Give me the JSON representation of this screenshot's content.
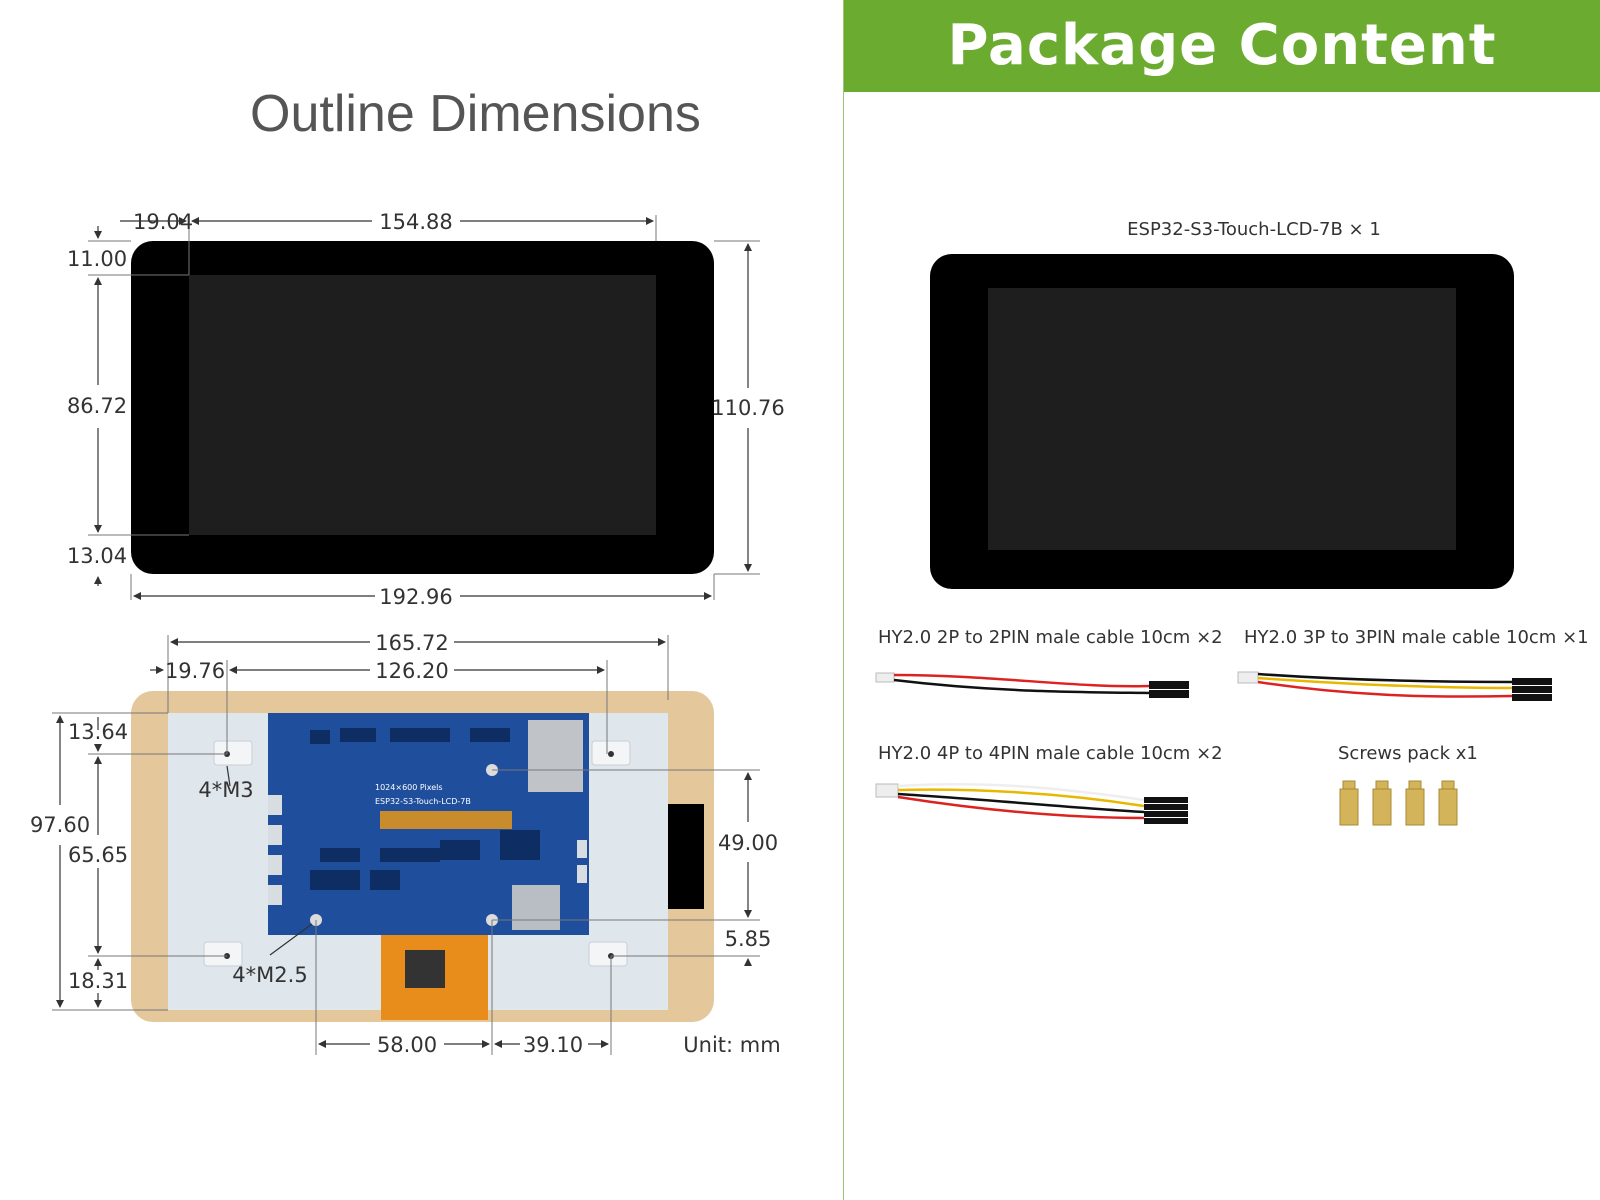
{
  "left": {
    "title": "Outline Dimensions",
    "front_dims": {
      "bezel_left": "19.04",
      "screen_width": "154.88",
      "bezel_top": "11.00",
      "screen_height": "86.72",
      "total_height": "110.76",
      "bezel_bottom": "13.04",
      "total_width": "192.96"
    },
    "back_dims": {
      "outer_hole_span": "165.72",
      "hole_offset_left": "19.76",
      "inner_hole_span": "126.20",
      "top_offset": "13.64",
      "m3_label": "4*M3",
      "total_height": "97.60",
      "hole_vertical_span": "65.65",
      "board_hole_vertical": "49.00",
      "bottom_right_offset": "5.85",
      "m25_label": "4*M2.5",
      "bottom_offset": "18.31",
      "board_hole_horizontal": "58.00",
      "right_offset": "39.10",
      "unit": "Unit: mm"
    },
    "pcb_text": {
      "resolution": "1024×600 Pixels",
      "model": "ESP32-S3-Touch-LCD-7B"
    }
  },
  "right": {
    "header": "Package Content",
    "items": [
      {
        "label": "ESP32-S3-Touch-LCD-7B × 1"
      },
      {
        "label": "HY2.0 2P to 2PIN male cable 10cm ×2"
      },
      {
        "label": "HY2.0 3P to 3PIN male cable 10cm ×1"
      },
      {
        "label": "HY2.0 4P to 4PIN male cable 10cm ×2"
      },
      {
        "label": "Screws pack x1"
      }
    ]
  },
  "colors": {
    "header_green": "#6bab30",
    "bezel": "#000000",
    "screen": "#1e1e1e",
    "pcb_blue": "#1f4f9c",
    "backplate": "#dfe6ec",
    "frame": "#e5c79c",
    "brass": "#d4b45a"
  }
}
